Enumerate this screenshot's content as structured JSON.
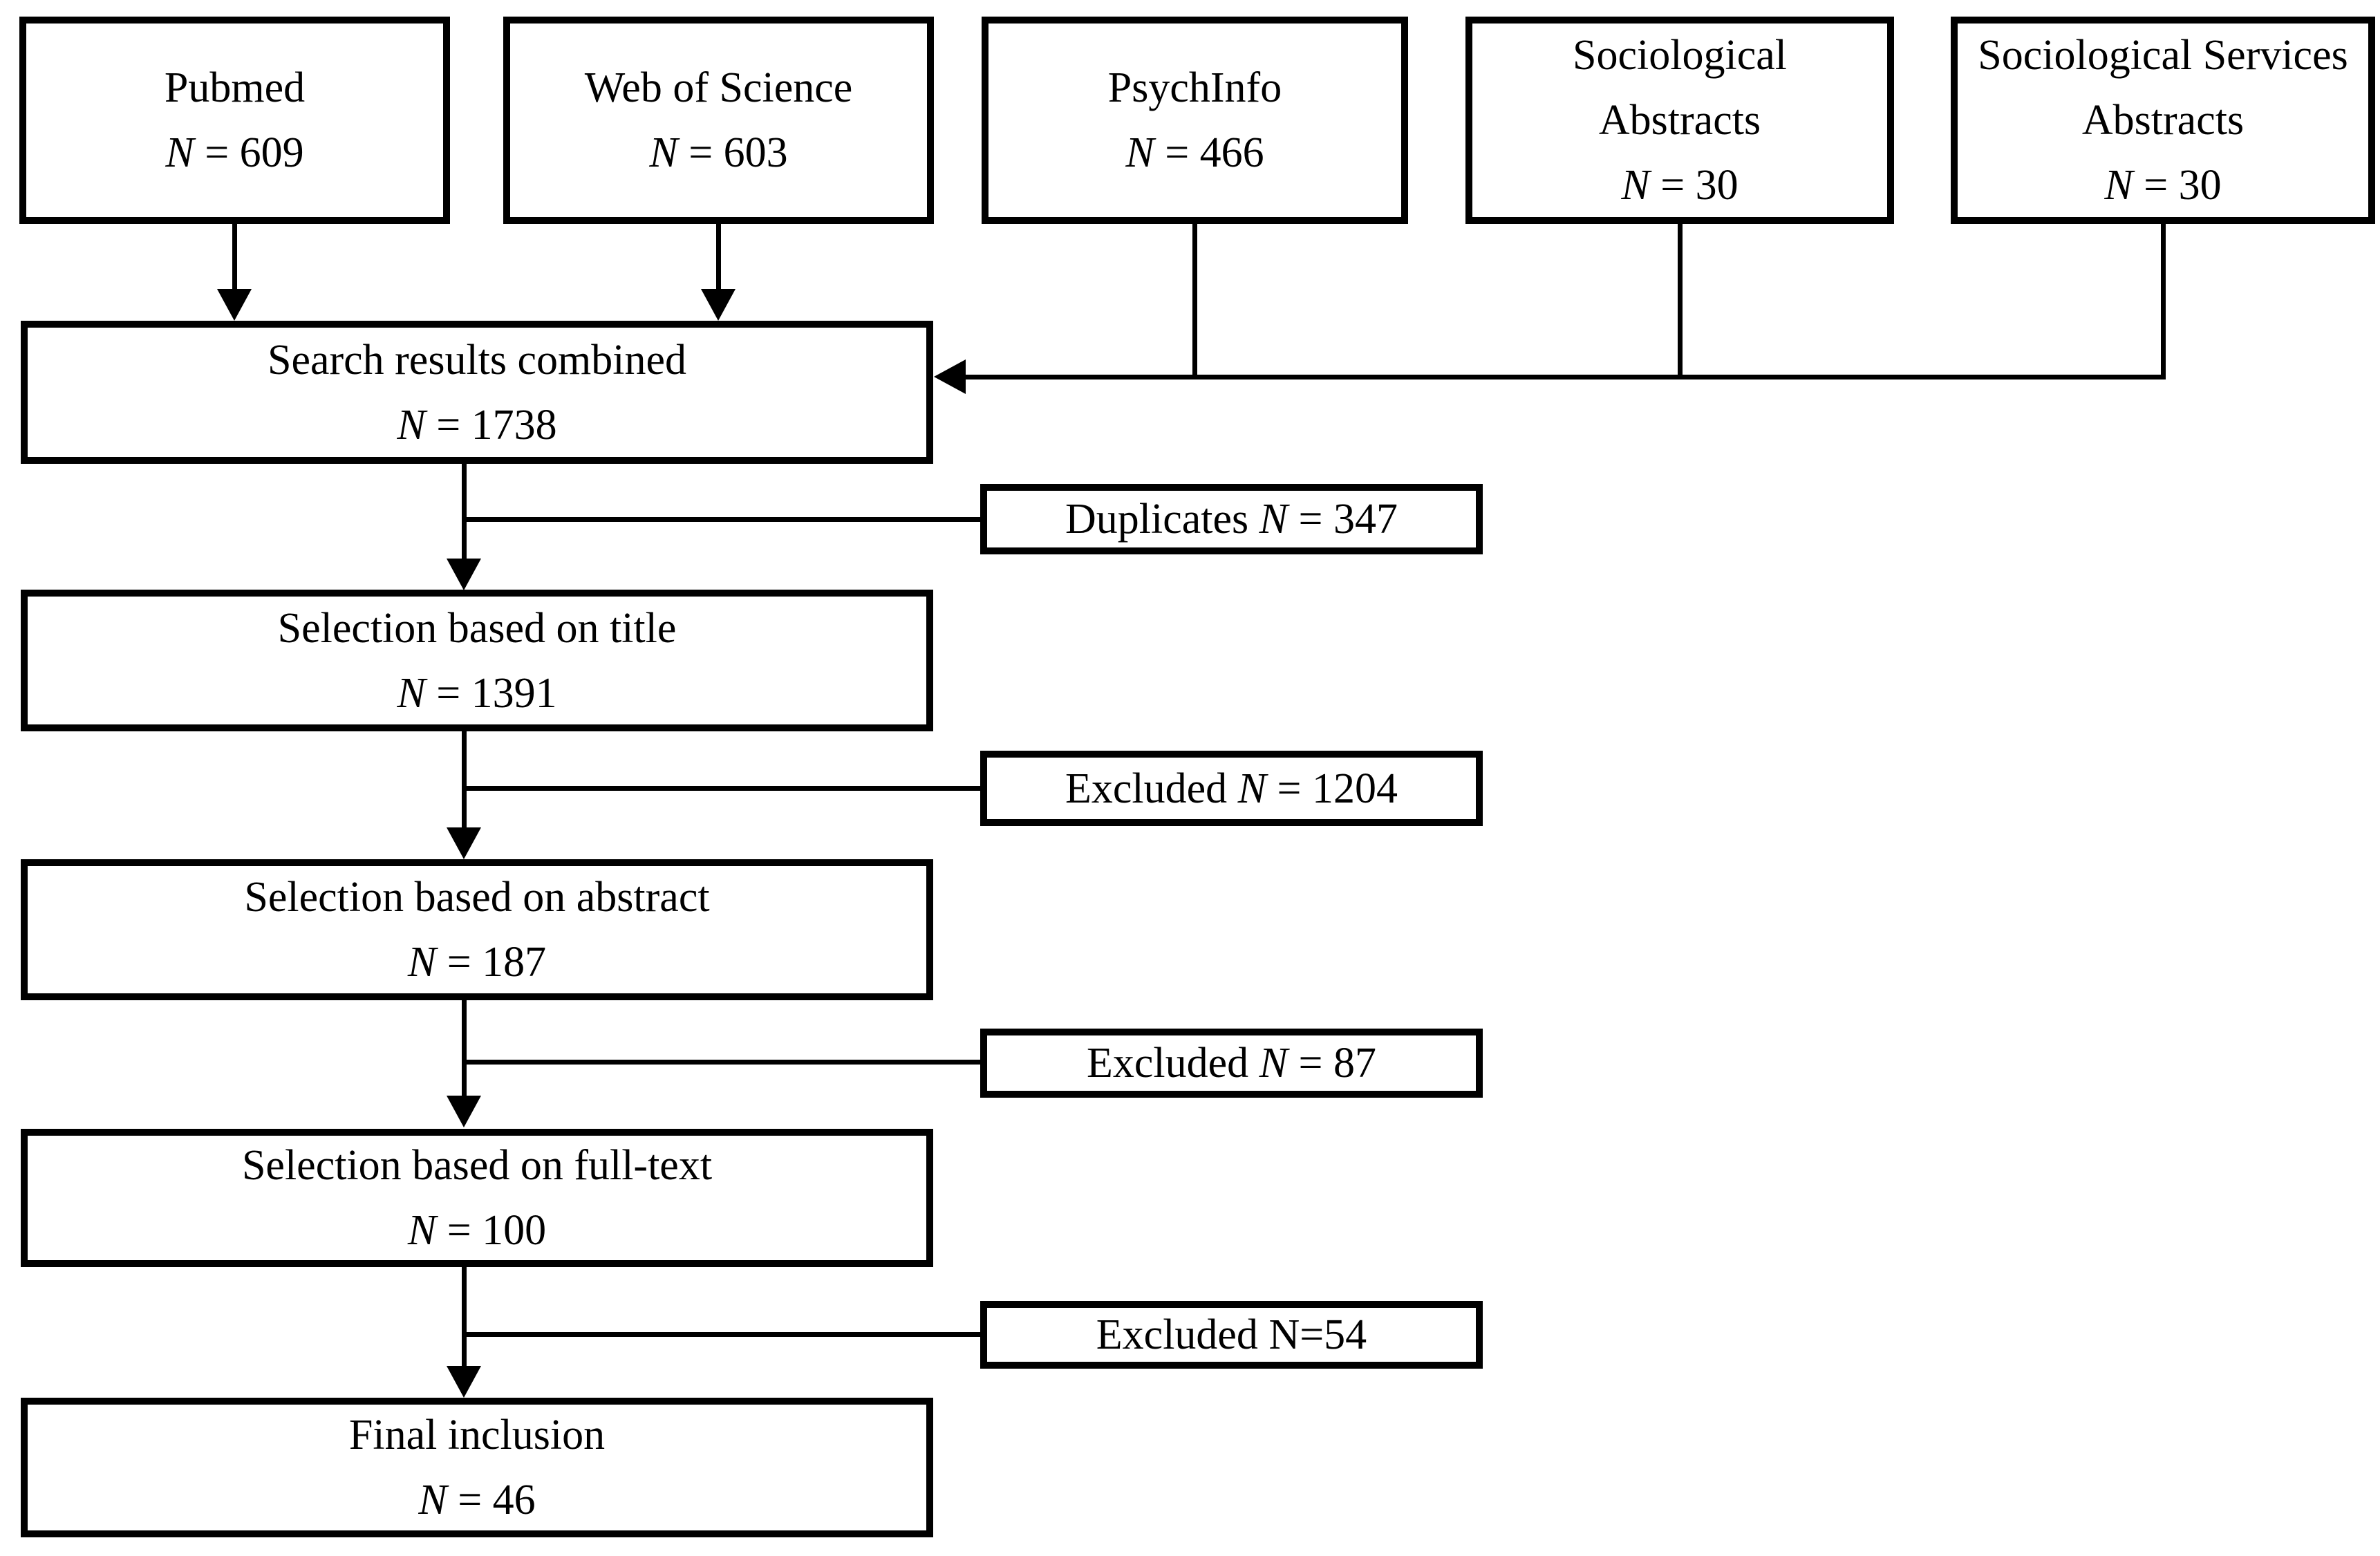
{
  "n_symbol": "N",
  "source_boxes": [
    {
      "lines": [
        "Pubmed"
      ],
      "n_rest": " = 609"
    },
    {
      "lines": [
        "Web of Science"
      ],
      "n_rest": " = 603"
    },
    {
      "lines": [
        "PsychInfo"
      ],
      "n_rest": " = 466"
    },
    {
      "lines": [
        "Sociological",
        "Abstracts"
      ],
      "n_rest": " = 30"
    },
    {
      "lines": [
        "Sociological Services",
        "Abstracts"
      ],
      "n_rest": " = 30"
    }
  ],
  "flow_boxes": [
    {
      "title": "Search results combined",
      "n_rest": " = 1738"
    },
    {
      "title": "Selection based on title",
      "n_rest": " = 1391"
    },
    {
      "title": "Selection based on abstract",
      "n_rest": " = 187"
    },
    {
      "title": "Selection based on full-text",
      "n_rest": " = 100"
    },
    {
      "title": "Final inclusion",
      "n_rest": " = 46"
    }
  ],
  "side_boxes": [
    {
      "label": "Duplicates ",
      "n_rest": " = 347"
    },
    {
      "label": "Excluded ",
      "n_rest": " = 1204"
    },
    {
      "label": "Excluded ",
      "n_rest": " = 87"
    },
    {
      "label": "Excluded ",
      "n_plain": "N=54"
    }
  ],
  "colors": {
    "ink": "#000000",
    "background": "#ffffff"
  }
}
